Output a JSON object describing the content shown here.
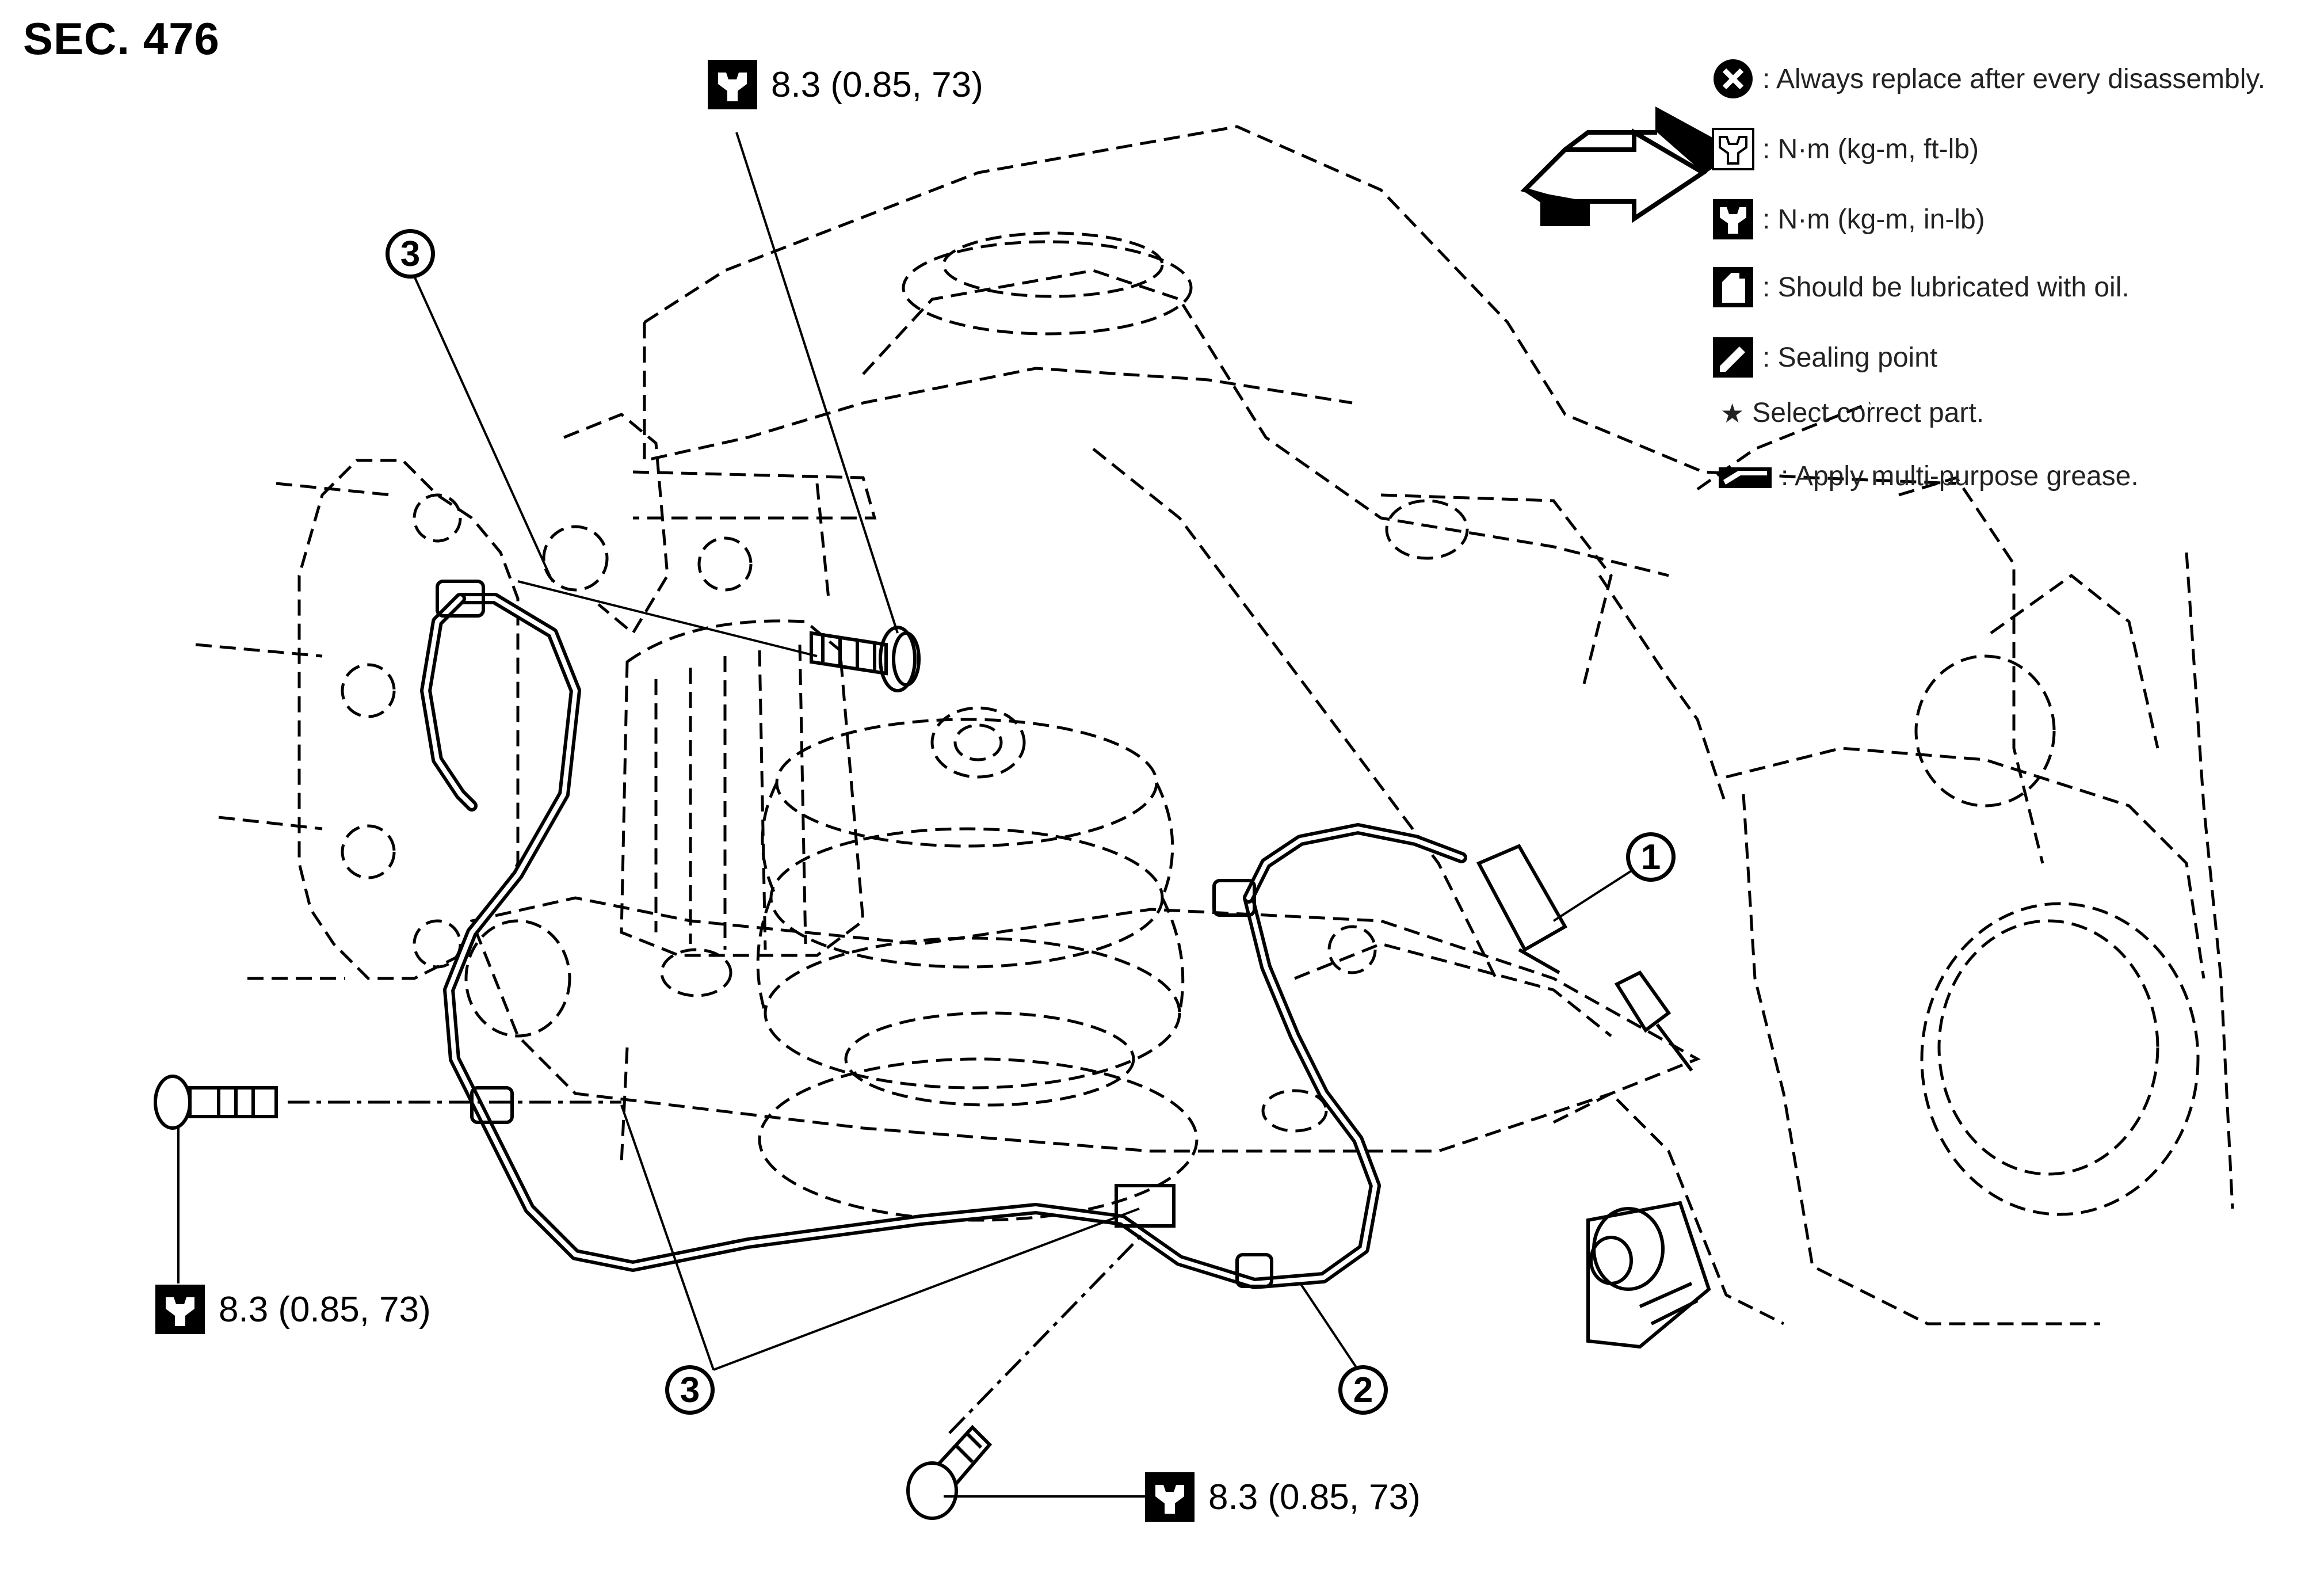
{
  "section_title": "SEC. 476",
  "torque_spec": "8.3 (0.85, 73)",
  "callouts": {
    "c1": "1",
    "c2": "2",
    "c3": "3"
  },
  "legend": [
    {
      "icon": "always-replace-icon",
      "text": ": Always replace after every disassembly."
    },
    {
      "icon": "torque-ftlb-icon",
      "text": ": N·m (kg-m, ft-lb)"
    },
    {
      "icon": "torque-inlb-icon",
      "text": ": N·m (kg-m, in-lb)"
    },
    {
      "icon": "oil-can-icon",
      "text": ": Should be lubricated with oil."
    },
    {
      "icon": "sealing-point-icon",
      "text": ": Sealing point"
    },
    {
      "icon": "star-icon",
      "text": "Select correct part."
    },
    {
      "icon": "grease-icon",
      "text": ": Apply multi-purpose grease."
    }
  ],
  "front_arrow_icon": "front-direction-arrow-icon"
}
